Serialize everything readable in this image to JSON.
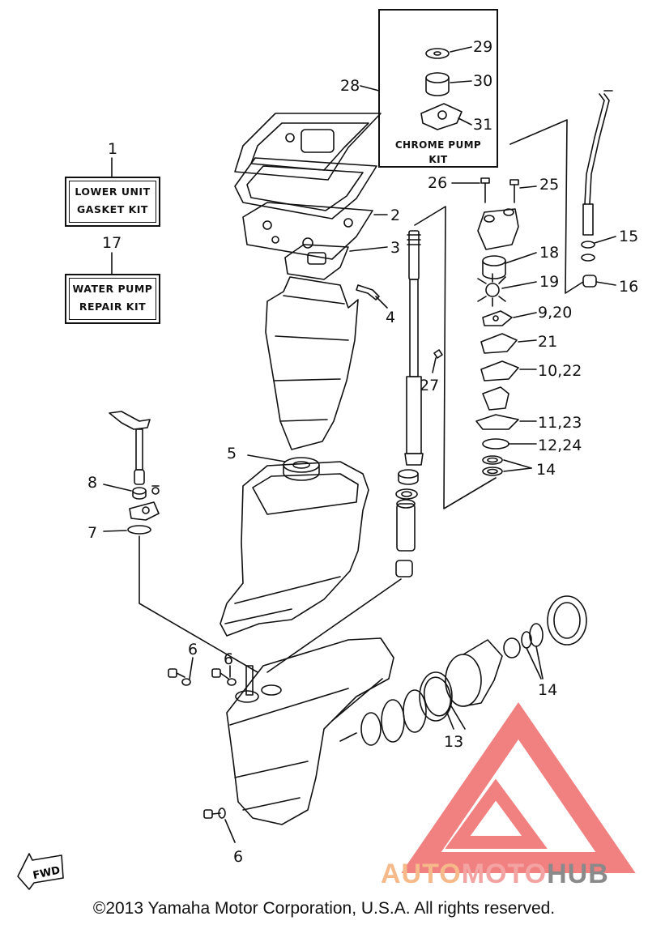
{
  "kits": {
    "gasket_number": "1",
    "gasket_line1": "LOWER UNIT",
    "gasket_line2": "GASKET KIT",
    "pump_number": "17",
    "pump_line1": "WATER PUMP",
    "pump_line2": "REPAIR KIT",
    "chrome_number": "28",
    "chrome_line1": "CHROME PUMP",
    "chrome_line2": "KIT"
  },
  "callouts": {
    "c2": "2",
    "c3": "3",
    "c4": "4",
    "c5": "5",
    "c6a": "6",
    "c6b": "6",
    "c6c": "6",
    "c7": "7",
    "c8": "8",
    "c9_20": "9,20",
    "c10_22": "10,22",
    "c11_23": "11,23",
    "c12_24": "12,24",
    "c13": "13",
    "c14a": "14",
    "c14b": "14",
    "c15": "15",
    "c16": "16",
    "c18": "18",
    "c19": "19",
    "c21": "21",
    "c25": "25",
    "c26": "26",
    "c27": "27",
    "c29": "29",
    "c30": "30",
    "c31": "31"
  },
  "direction_label": "FWD",
  "watermark": {
    "part1": "AUTO",
    "part2": "MOTO",
    "part3": "HUB",
    "color1": "#f5b98a",
    "color2": "#f4a3a3",
    "color3": "#8a8a8a"
  },
  "copyright": "©2013 Yamaha Motor Corporation, U.S.A. All rights reserved."
}
